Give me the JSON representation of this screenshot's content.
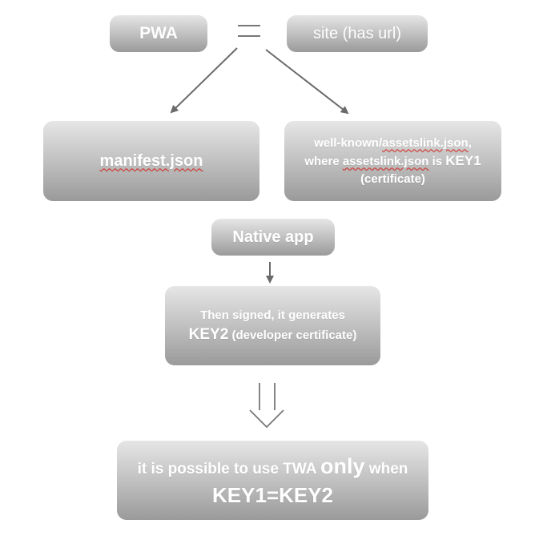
{
  "pwa": "PWA",
  "site": "site (has url)",
  "manifest": "manifest.json",
  "wellknown": {
    "line1_pre": "well-known/",
    "line1_link": "assetslink.json",
    "line1_post": ",",
    "line2_pre": "where ",
    "line2_link": "assetslink.json",
    "line2_mid": " is ",
    "line2_key": "KEY1",
    "line3": "(certificate)"
  },
  "native": "Native app",
  "signed": {
    "line1": "Then signed, it generates",
    "key": "KEY2",
    "rest": " (developer certificate)"
  },
  "result": {
    "pre": "it is possible to use TWA ",
    "only": "only",
    "post": " when",
    "line2": "KEY1=KEY2"
  }
}
